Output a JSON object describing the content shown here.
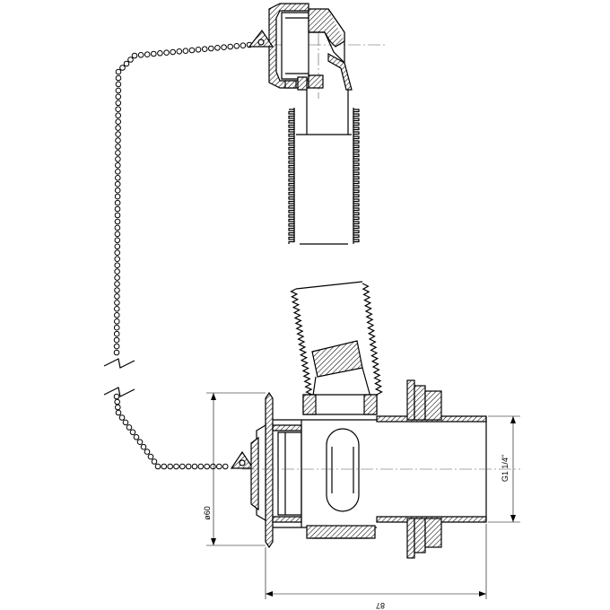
{
  "drawing": {
    "type": "technical drawing",
    "labels": {
      "diameter": "ø60",
      "thread": "G1 1/4\"",
      "length": "87"
    }
  }
}
